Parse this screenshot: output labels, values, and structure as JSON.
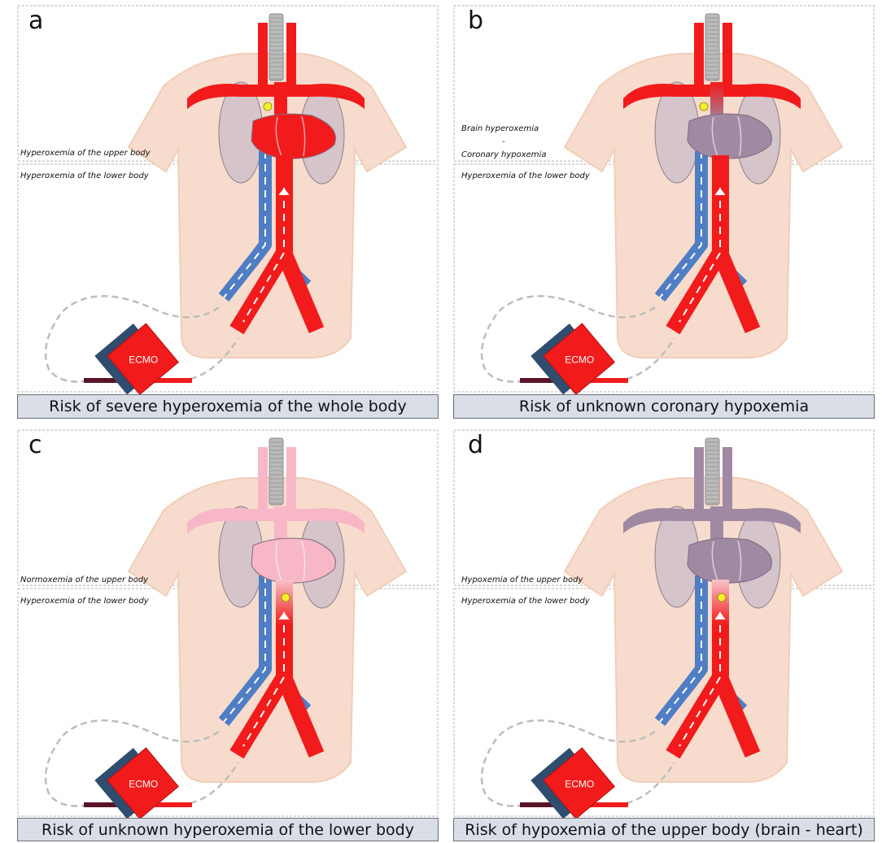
{
  "panels": [
    {
      "letter": "a",
      "notes": [
        "Hyperoxemia of the upper body",
        "Hyperoxemia of the lower body"
      ],
      "device_label": "ECMO",
      "caption": "Risk of severe hyperoxemia of the whole body"
    },
    {
      "letter": "b",
      "notes": [
        "Brain hyperoxemia",
        "-",
        "Coronary hypoxemia",
        "Hyperoxemia of the lower body"
      ],
      "device_label": "ECMO",
      "caption": "Risk of unknown coronary hypoxemia"
    },
    {
      "letter": "c",
      "notes": [
        "Normoxemia of the upper body",
        "Hyperoxemia of the lower body"
      ],
      "device_label": "ECMO",
      "caption": "Risk of unknown hyperoxemia of the lower body"
    },
    {
      "letter": "d",
      "notes": [
        "Hypoxemia of the upper body",
        "Hyperoxemia of the lower body"
      ],
      "device_label": "ECMO",
      "caption": "Risk of hypoxemia of the upper body (brain - heart)"
    }
  ],
  "colors": {
    "oxygenated": "#f21b1b",
    "deoxygenated": "#4f7ec4",
    "normoxemic": "#f7b7c6",
    "hypoxemic": "#a089a3",
    "skin": "#f7dccd",
    "lung": "#cfbfc9",
    "trachea": "#bbbbbb",
    "marker": "#f4ee2a",
    "device_side": "#2f4d6e"
  }
}
